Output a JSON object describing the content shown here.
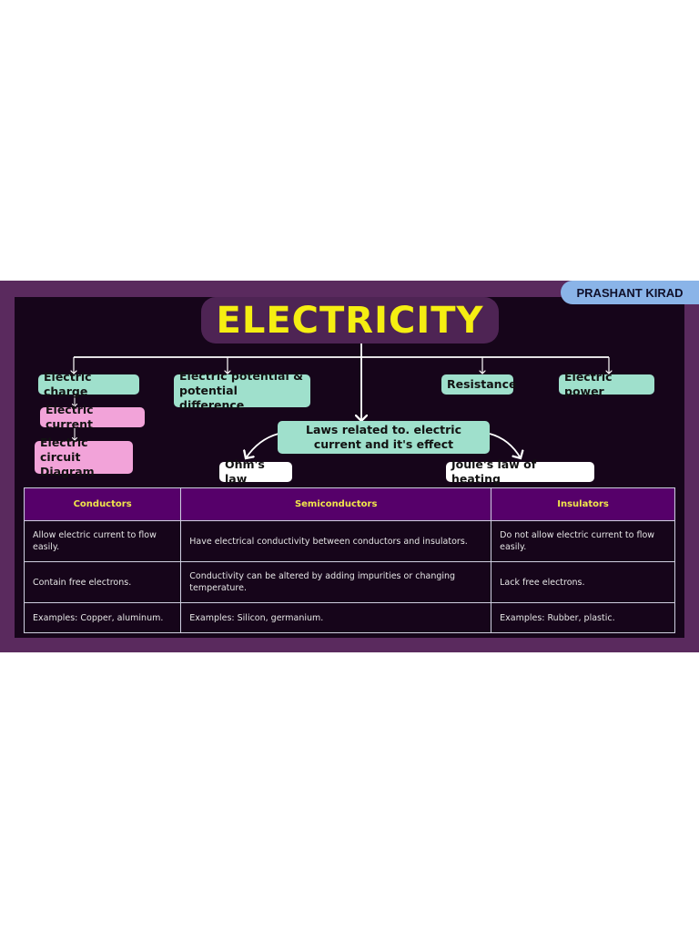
{
  "author": "PRASHANT KIRAD",
  "title": "ELECTRICITY",
  "topics": {
    "electric_charge": "Electric charge",
    "electric_current": "Electric current",
    "electric_circuit_diagram": "Electric circuit Diagram",
    "electric_potential": "Electric potential  & potential difference",
    "resistance": "Resistance",
    "electric_power": "Electric power",
    "laws": "Laws related to. electric current and  it's effect",
    "ohms_law": "Ohm's law",
    "joules_law": "Joule's law of heating"
  },
  "table": {
    "headers": [
      "Conductors",
      "Semiconductors",
      "Insulators"
    ],
    "rows": [
      [
        "Allow electric current to flow easily.",
        "Have electrical conductivity between conductors and insulators.",
        "Do not allow electric current to flow easily."
      ],
      [
        "Contain free electrons.",
        "Conductivity can be altered by adding impurities or changing temperature.",
        "Lack free electrons."
      ],
      [
        "Examples: Copper, aluminum.",
        "Examples: Silicon, germanium.",
        "Examples: Rubber, plastic."
      ]
    ]
  },
  "colors": {
    "title_text": "#f5ee12",
    "title_bg": "#4e2454",
    "teal_node": "#9fe0cc",
    "pink_node": "#f2a3d9",
    "header_bg": "#56006a",
    "header_text": "#f0e64a",
    "board_bg": "#16051a",
    "frame_bg": "#5a2a5e",
    "author_bg": "#8ab4e8"
  }
}
